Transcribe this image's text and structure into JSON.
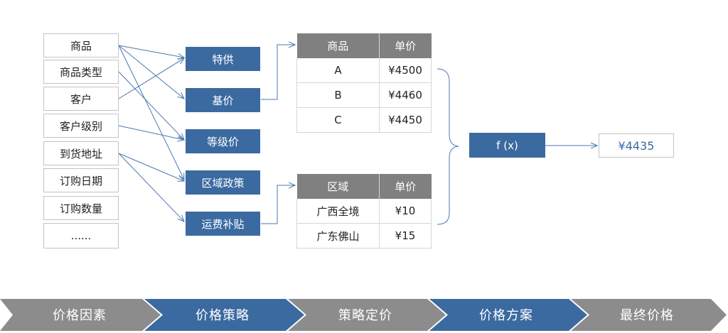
{
  "factors": [
    "商品",
    "商品类型",
    "客户",
    "客户级别",
    "到货地址",
    "订购日期",
    "订购数量",
    "......"
  ],
  "strategies": [
    "特供",
    "基价",
    "等级价",
    "区域政策",
    "运费补贴"
  ],
  "product_table": {
    "headers": [
      "商品",
      "单价"
    ],
    "rows": [
      [
        "A",
        "¥4500"
      ],
      [
        "B",
        "¥4460"
      ],
      [
        "C",
        "¥4450"
      ]
    ]
  },
  "region_table": {
    "headers": [
      "区域",
      "单价"
    ],
    "rows": [
      [
        "广西全境",
        "¥10"
      ],
      [
        "广东佛山",
        "¥15"
      ]
    ]
  },
  "function_label": "f (x)",
  "final_price": "¥4435",
  "process_steps": [
    "价格因素",
    "价格策略",
    "策略定价",
    "价格方案",
    "最终价格"
  ],
  "colors": {
    "blue": "#3b6aa0",
    "gray": "#808080",
    "line": "#4a78b0"
  }
}
